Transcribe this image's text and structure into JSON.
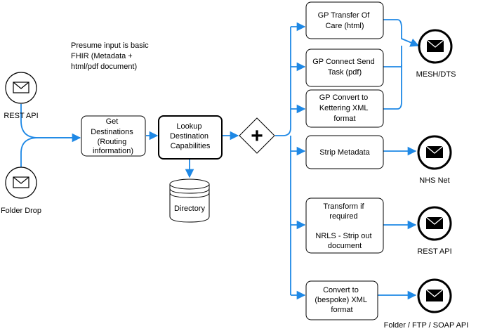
{
  "note": {
    "lines": [
      "Presume input is basic",
      "FHIR (Metadata +",
      "html/pdf document)"
    ]
  },
  "inputs": [
    {
      "label": "REST API"
    },
    {
      "label": "Folder Drop"
    }
  ],
  "get_destinations": {
    "lines": [
      "Get",
      "Destinations",
      "(Routing",
      "information)"
    ]
  },
  "lookup": {
    "lines": [
      "Lookup",
      "Destination",
      "Capabilities"
    ]
  },
  "directory": {
    "label": "Directory"
  },
  "gateway": {
    "symbol": "+"
  },
  "processes": [
    {
      "lines": [
        "GP Transfer Of",
        "Care (html)"
      ]
    },
    {
      "lines": [
        "GP Connect Send",
        "Task (pdf)"
      ]
    },
    {
      "lines": [
        "GP Convert to",
        "Kettering XML",
        "format"
      ]
    },
    {
      "lines": [
        "Strip Metadata"
      ]
    },
    {
      "lines": [
        "Transform if",
        "required",
        "",
        "NRLS - Strip out",
        "document"
      ]
    },
    {
      "lines": [
        "Convert to",
        "(bespoke) XML",
        "format"
      ]
    }
  ],
  "outputs": [
    {
      "label": "MESH/DTS"
    },
    {
      "label": "NHS Net"
    },
    {
      "label": "REST API"
    },
    {
      "label": "Folder / FTP / SOAP API"
    }
  ],
  "colors": {
    "flow": "#1e88e5",
    "stroke": "#000000",
    "fill": "#ffffff"
  },
  "icons": {
    "message": "envelope-icon",
    "store": "database-icon",
    "gateway": "parallel-gateway-icon"
  }
}
